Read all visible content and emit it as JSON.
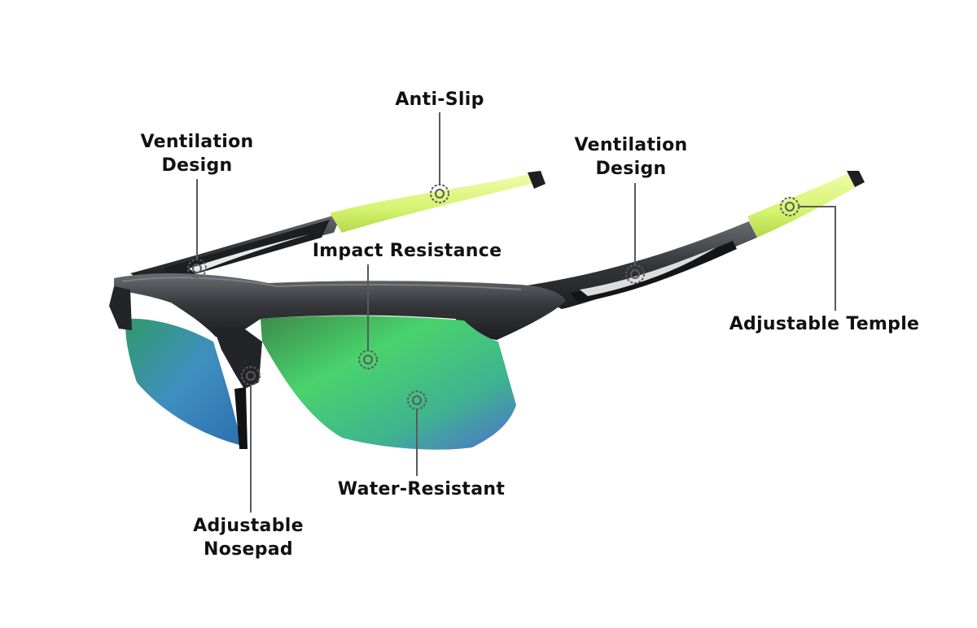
{
  "colors": {
    "frame": "#2f3034",
    "frame_highlight": "#5a5c62",
    "grip": "#d9f77c",
    "lens_green": "#3fcf6a",
    "lens_blue": "#4f7fcf",
    "callout_line": "#5a5a5a"
  },
  "callouts": {
    "anti_slip": {
      "lines": [
        "Anti-Slip"
      ]
    },
    "ventilation_left": {
      "lines": [
        "Ventilation",
        "Design"
      ]
    },
    "ventilation_right": {
      "lines": [
        "Ventilation",
        "Design"
      ]
    },
    "impact_resistance": {
      "lines": [
        "Impact Resistance"
      ]
    },
    "adjustable_temple": {
      "lines": [
        "Adjustable Temple"
      ]
    },
    "water_resistant": {
      "lines": [
        "Water-Resistant"
      ]
    },
    "adjustable_nosepad": {
      "lines": [
        "Adjustable",
        "Nosepad"
      ]
    }
  }
}
